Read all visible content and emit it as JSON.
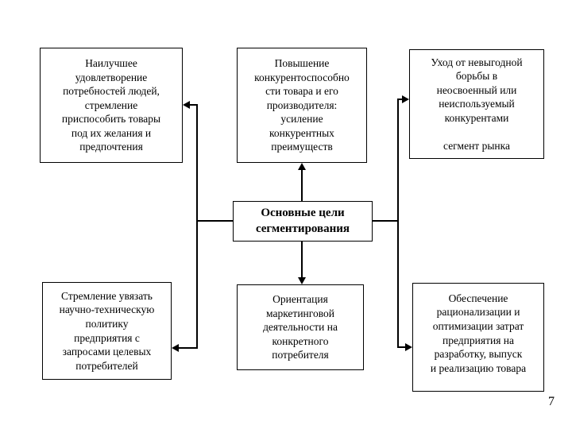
{
  "diagram": {
    "center": {
      "title_line_1": "Основные цели",
      "title_line_2": "сегментирования"
    },
    "nodes": [
      {
        "id": "top-left",
        "lines": [
          "Наилучшее",
          "удовлетворение",
          "потребностей людей,",
          "стремление",
          "приспособить товары",
          "под их желания и",
          "предпочтения"
        ]
      },
      {
        "id": "top-middle",
        "lines": [
          "Повышение",
          "конкурентоспособно",
          "сти товара и его",
          "производителя:",
          "усиление",
          "конкурентных",
          "преимуществ"
        ]
      },
      {
        "id": "top-right",
        "lines": [
          "Уход от невыгодной",
          "борьбы в",
          "неосвоенный или",
          "неиспользуемый",
          "конкурентами",
          "",
          "сегмент рынка"
        ]
      },
      {
        "id": "bottom-left",
        "lines": [
          "Стремление увязать",
          "научно-техническую",
          "политику",
          "предприятия с",
          "запросами целевых",
          "потребителей"
        ]
      },
      {
        "id": "bottom-middle",
        "lines": [
          "Ориентация",
          "маркетинговой",
          "деятельности на",
          "конкретного",
          "потребителя"
        ]
      },
      {
        "id": "bottom-right",
        "lines": [
          "Обеспечение",
          "рационализации и",
          "оптимизации затрат",
          "предприятия на",
          "разработку, выпуск",
          "и реализацию товара"
        ]
      }
    ],
    "connectors": [
      {
        "from": "center",
        "to": "top-left",
        "arrow": "left"
      },
      {
        "from": "center",
        "to": "top-middle",
        "arrow": "up"
      },
      {
        "from": "center",
        "to": "top-right",
        "arrow": "right"
      },
      {
        "from": "center",
        "to": "bottom-left",
        "arrow": "left"
      },
      {
        "from": "center",
        "to": "bottom-middle",
        "arrow": "down"
      },
      {
        "from": "center",
        "to": "bottom-right",
        "arrow": "right"
      }
    ]
  },
  "footer": {
    "page_number": "7"
  },
  "colors": {
    "stroke": "#000000",
    "background": "#ffffff",
    "text": "#000000"
  }
}
